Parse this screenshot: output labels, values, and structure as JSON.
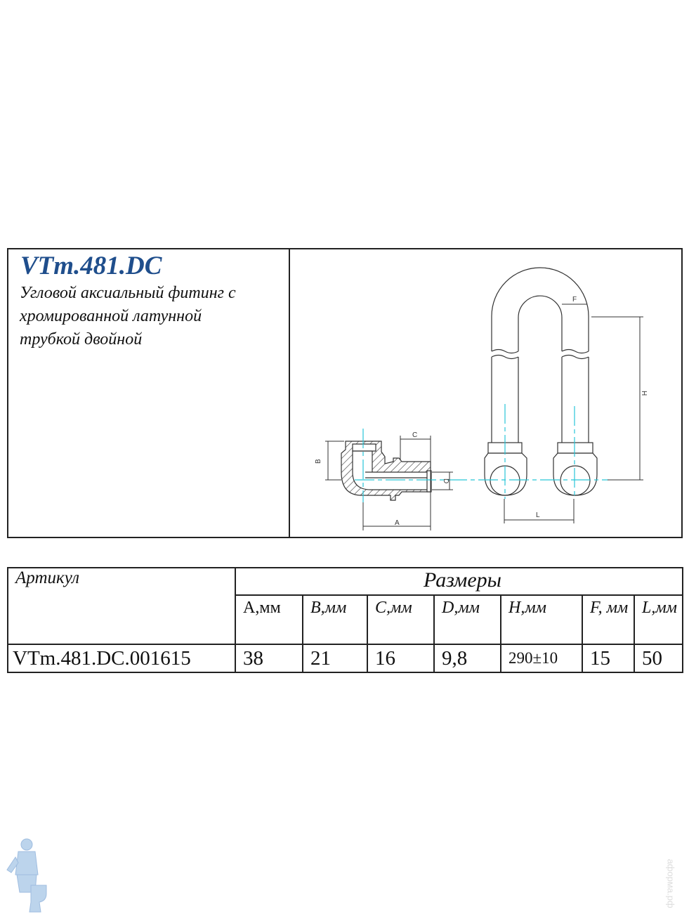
{
  "product": {
    "code": "VTm.481.DC",
    "description_lines": [
      "Угловой аксиальный фитинг с",
      "хромированной латунной",
      "трубкой двойной"
    ]
  },
  "drawing": {
    "labels": {
      "A": "A",
      "B": "B",
      "C": "C",
      "D": "D",
      "F": "F",
      "H": "H",
      "L": "L"
    },
    "line_color": "#333333",
    "centerline_color": "#29c6d8"
  },
  "table": {
    "article_header": "Артикул",
    "sizes_header": "Размеры",
    "columns": [
      "A,мм",
      "B,мм",
      "C,мм",
      "D,мм",
      "H,мм",
      "F, мм",
      "L,мм"
    ],
    "rows": [
      {
        "article": "VTm.481.DC.001615",
        "values": [
          "38",
          "21",
          "16",
          "9,8",
          "290±10",
          "15",
          "50"
        ]
      }
    ]
  },
  "watermark": "аформа.рф"
}
